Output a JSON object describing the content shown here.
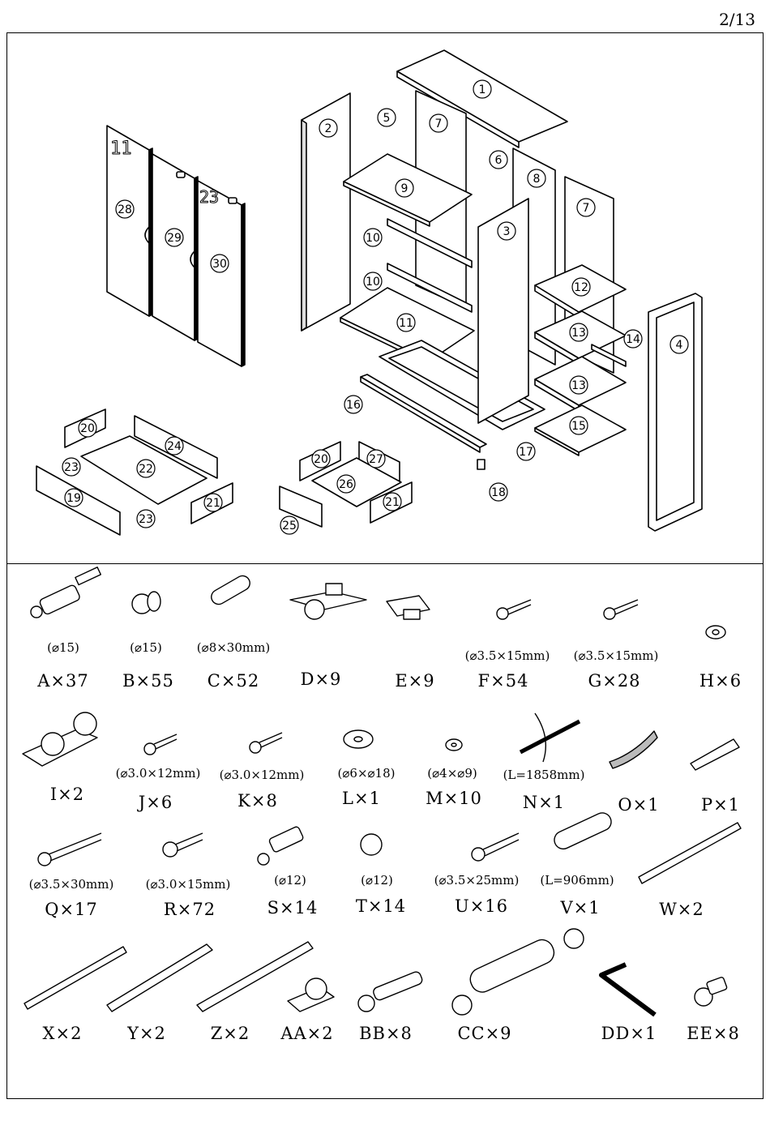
{
  "page_number": "2/13",
  "panels": [
    "1",
    "2",
    "3",
    "4",
    "5",
    "6",
    "7",
    "7",
    "8",
    "9",
    "10",
    "10",
    "11",
    "12",
    "13",
    "13",
    "14",
    "15",
    "16",
    "17",
    "18",
    "19",
    "20",
    "20",
    "21",
    "21",
    "22",
    "23",
    "23",
    "24",
    "25",
    "26",
    "27",
    "28",
    "29",
    "30"
  ],
  "hardware": [
    {
      "code": "A",
      "qty_label": "A×37",
      "spec": "(⌀15)"
    },
    {
      "code": "B",
      "qty_label": "B×55",
      "spec": "(⌀15)"
    },
    {
      "code": "C",
      "qty_label": "C×52",
      "spec": "(⌀8×30mm)"
    },
    {
      "code": "D",
      "qty_label": "D×9",
      "spec": ""
    },
    {
      "code": "E",
      "qty_label": "E×9",
      "spec": ""
    },
    {
      "code": "F",
      "qty_label": "F×54",
      "spec": "(⌀3.5×15mm)"
    },
    {
      "code": "G",
      "qty_label": "G×28",
      "spec": "(⌀3.5×15mm)"
    },
    {
      "code": "H",
      "qty_label": "H×6",
      "spec": ""
    },
    {
      "code": "I",
      "qty_label": "I×2",
      "spec": ""
    },
    {
      "code": "J",
      "qty_label": "J×6",
      "spec": "(⌀3.0×12mm)"
    },
    {
      "code": "K",
      "qty_label": "K×8",
      "spec": "(⌀3.0×12mm)"
    },
    {
      "code": "L",
      "qty_label": "L×1",
      "spec": "(⌀6×⌀18)"
    },
    {
      "code": "M",
      "qty_label": "M×10",
      "spec": "(⌀4×⌀9)"
    },
    {
      "code": "N",
      "qty_label": "N×1",
      "spec": "(L=1858mm)"
    },
    {
      "code": "O",
      "qty_label": "O×1",
      "spec": ""
    },
    {
      "code": "P",
      "qty_label": "P×1",
      "spec": ""
    },
    {
      "code": "Q",
      "qty_label": "Q×17",
      "spec": "(⌀3.5×30mm)"
    },
    {
      "code": "R",
      "qty_label": "R×72",
      "spec": "(⌀3.0×15mm)"
    },
    {
      "code": "S",
      "qty_label": "S×14",
      "spec": "(⌀12)"
    },
    {
      "code": "T",
      "qty_label": "T×14",
      "spec": "(⌀12)"
    },
    {
      "code": "U",
      "qty_label": "U×16",
      "spec": "(⌀3.5×25mm)"
    },
    {
      "code": "V",
      "qty_label": "V×1",
      "spec": "(L=906mm)"
    },
    {
      "code": "W",
      "qty_label": "W×2",
      "spec": ""
    },
    {
      "code": "X",
      "qty_label": "X×2",
      "spec": ""
    },
    {
      "code": "Y",
      "qty_label": "Y×2",
      "spec": ""
    },
    {
      "code": "Z",
      "qty_label": "Z×2",
      "spec": ""
    },
    {
      "code": "AA",
      "qty_label": "AA×2",
      "spec": ""
    },
    {
      "code": "BB",
      "qty_label": "BB×8",
      "spec": ""
    },
    {
      "code": "CC",
      "qty_label": "CC×9",
      "spec": ""
    },
    {
      "code": "DD",
      "qty_label": "DD×1",
      "spec": ""
    },
    {
      "code": "EE",
      "qty_label": "EE×8",
      "spec": ""
    }
  ],
  "icons": [
    "cam-bolt-icon",
    "cam-lock-icon",
    "dowel-icon",
    "hinge-icon",
    "hinge-plate-icon",
    "screw-icon",
    "washer-icon",
    "roller-icon",
    "strip-icon",
    "mesh-icon",
    "wall-plug-icon",
    "rod-icon",
    "drawer-runner-icon",
    "allen-key-icon",
    "connector-icon"
  ]
}
